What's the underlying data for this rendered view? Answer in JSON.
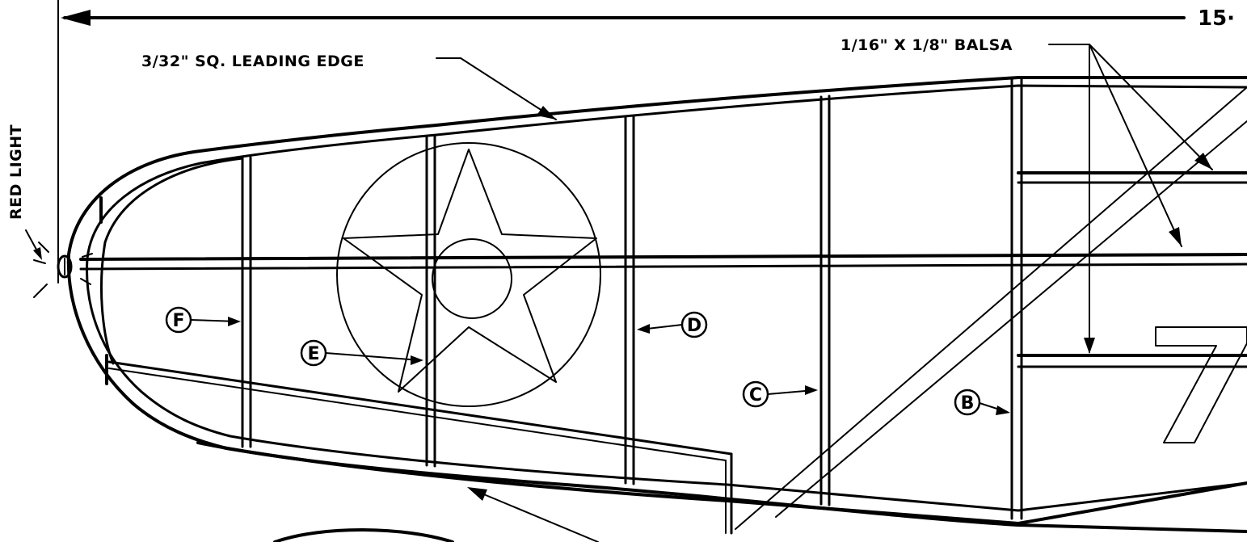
{
  "drawing": {
    "dimension_label": "15·",
    "callouts": {
      "leading_edge": "3/32\" SQ. LEADING EDGE",
      "balsa": "1/16\" X 1/8\" BALSA",
      "red_light": "RED LIGHT"
    },
    "rib_letters": [
      "F",
      "E",
      "D",
      "C",
      "B"
    ],
    "numeral": "7",
    "insignia": "star-in-circle"
  }
}
